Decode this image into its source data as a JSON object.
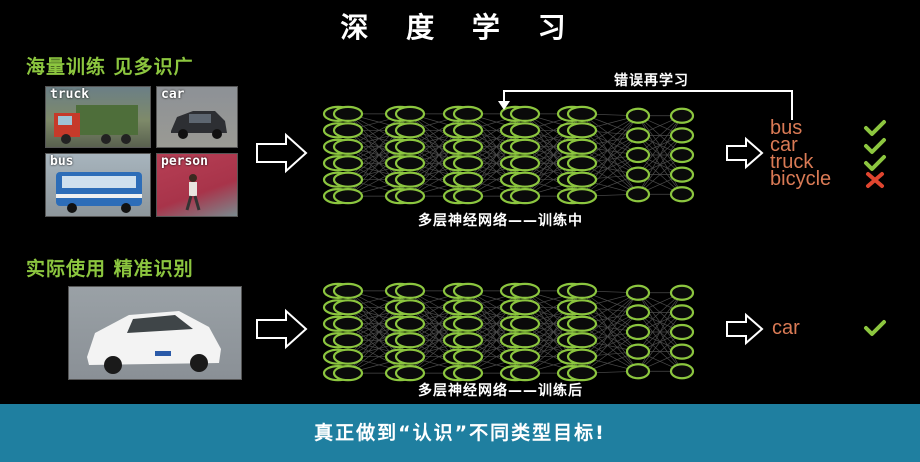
{
  "title": "深 度 学 习",
  "train": {
    "label": "海量训练 见多识广",
    "tags": [
      "truck",
      "car",
      "bus",
      "person"
    ],
    "feedback_label": "错误再学习",
    "results": [
      {
        "text": "bus",
        "status": "check"
      },
      {
        "text": "car",
        "status": "check"
      },
      {
        "text": "truck",
        "status": "check"
      },
      {
        "text": "bicycle",
        "status": "cross"
      }
    ],
    "caption": "多层神经网络——训练中"
  },
  "use": {
    "label": "实际使用 精准识别",
    "result": {
      "text": "car",
      "status": "check"
    },
    "caption": "多层神经网络——训练后"
  },
  "footer": "真正做到“认识”不同类型目标!",
  "colors": {
    "accent_green": "#8cc63f",
    "result_text": "#d97a55",
    "wrong_mark": "#e0452f",
    "footer_bg": "#1f7fa0"
  }
}
